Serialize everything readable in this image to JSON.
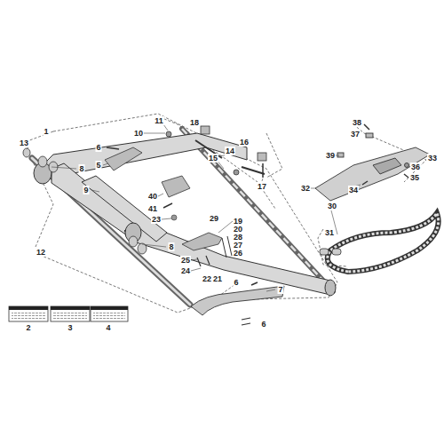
{
  "diagram": {
    "labels": [
      "1",
      "13",
      "8",
      "6",
      "5",
      "9",
      "10",
      "11",
      "18",
      "16",
      "14",
      "15",
      "40",
      "41",
      "23",
      "17",
      "12",
      "8",
      "29",
      "19",
      "20",
      "28",
      "27",
      "26",
      "25",
      "24",
      "22",
      "21",
      "6",
      "7",
      "6",
      "2",
      "3",
      "4",
      "30",
      "31",
      "38",
      "37",
      "39",
      "33",
      "36",
      "35",
      "34",
      "32"
    ]
  }
}
